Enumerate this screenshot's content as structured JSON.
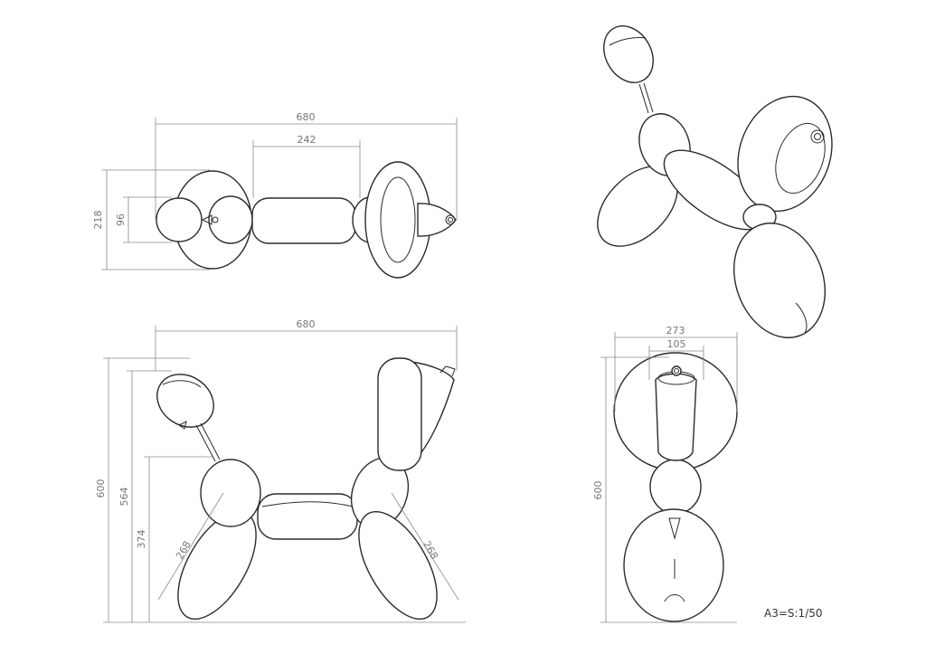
{
  "top_view": {
    "overall_length": "680",
    "body_length": "242",
    "overall_width": "218",
    "tail_width": "96"
  },
  "side_view": {
    "overall_length": "680",
    "height_total": "600",
    "height_tail": "564",
    "height_body": "374",
    "leg_rear": "268",
    "leg_front": "268"
  },
  "front_view": {
    "overall_width": "273",
    "head_width": "105",
    "height": "600"
  },
  "scale_note": "A3=S:1/50",
  "colors": {
    "line": "#2b2b2b",
    "dimension": "#8a8a8a",
    "background": "#ffffff"
  }
}
